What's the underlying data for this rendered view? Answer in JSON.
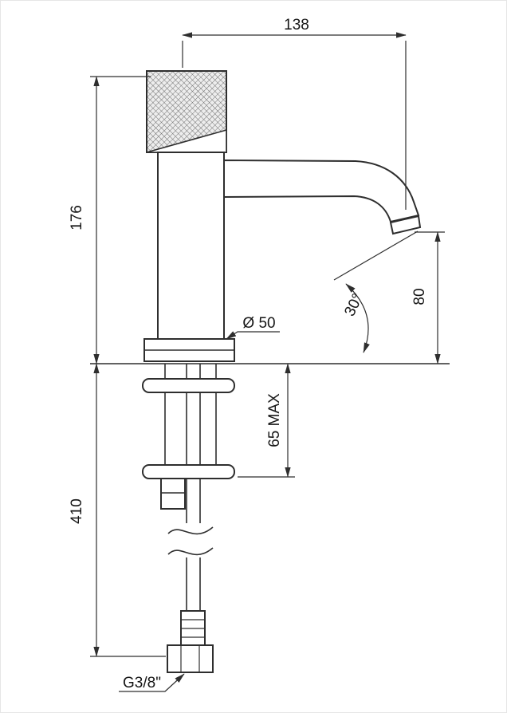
{
  "colors": {
    "line": "#2e2e2e",
    "background": "#ffffff"
  },
  "drawing": {
    "labels": {
      "spout_reach": "138",
      "height_above_deck": "176",
      "base_diameter": "Ø 50",
      "spout_angle": "30°",
      "outlet_height": "80",
      "max_deck_thickness": "65 MAX",
      "below_deck_length": "410",
      "thread_size": "G3/8\""
    }
  }
}
